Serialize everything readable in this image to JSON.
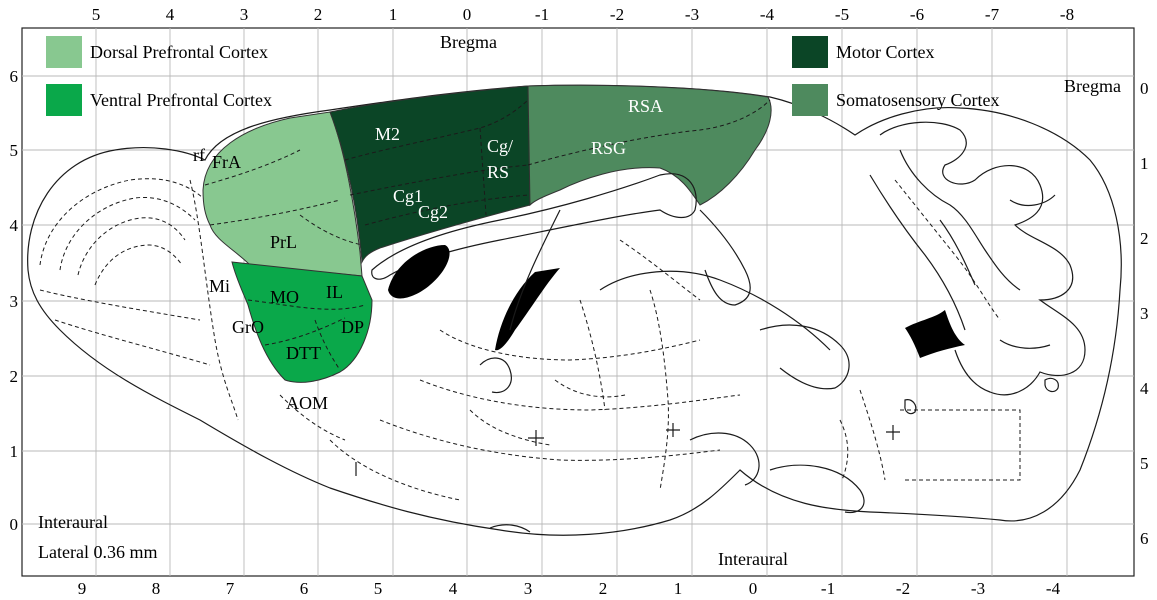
{
  "colors": {
    "dorsal_prefrontal": "#88c890",
    "ventral_prefrontal": "#0aa84a",
    "motor": "#0b4526",
    "somatosensory": "#4e8a5e",
    "ventricle": "#000000"
  },
  "legend": [
    {
      "label": "Dorsal Prefrontal Cortex",
      "color_key": "dorsal_prefrontal"
    },
    {
      "label": "Ventral Prefrontal Cortex",
      "color_key": "ventral_prefrontal"
    },
    {
      "label": "Motor Cortex",
      "color_key": "motor"
    },
    {
      "label": "Somatosensory Cortex",
      "color_key": "somatosensory"
    }
  ],
  "axes": {
    "top": [
      "5",
      "4",
      "3",
      "2",
      "1",
      "0",
      "-1",
      "-2",
      "-3",
      "-4",
      "-5",
      "-6",
      "-7",
      "-8"
    ],
    "bottom": [
      "9",
      "8",
      "7",
      "6",
      "5",
      "4",
      "3",
      "2",
      "1",
      "0",
      "-1",
      "-2",
      "-3",
      "-4"
    ],
    "left": [
      "6",
      "5",
      "4",
      "3",
      "2",
      "1",
      "0"
    ],
    "right": [
      "0",
      "1",
      "2",
      "3",
      "4",
      "5",
      "6"
    ]
  },
  "references": {
    "bregma_top": "Bregma",
    "bregma_right": "Bregma",
    "interaural_bottom": "Interaural",
    "interaural_left": "Interaural",
    "lateral": "Lateral 0.36 mm"
  },
  "regions": {
    "rf": "rf",
    "fra": "FrA",
    "prl": "PrL",
    "m2": "M2",
    "cg1": "Cg1",
    "cg2": "Cg2",
    "cg_rs_1": "Cg/",
    "cg_rs_2": "RS",
    "rsa": "RSA",
    "rsg": "RSG",
    "mi": "Mi",
    "mo": "MO",
    "il": "IL",
    "gro": "GrO",
    "dp": "DP",
    "dtt": "DTT",
    "aom": "AOM"
  }
}
